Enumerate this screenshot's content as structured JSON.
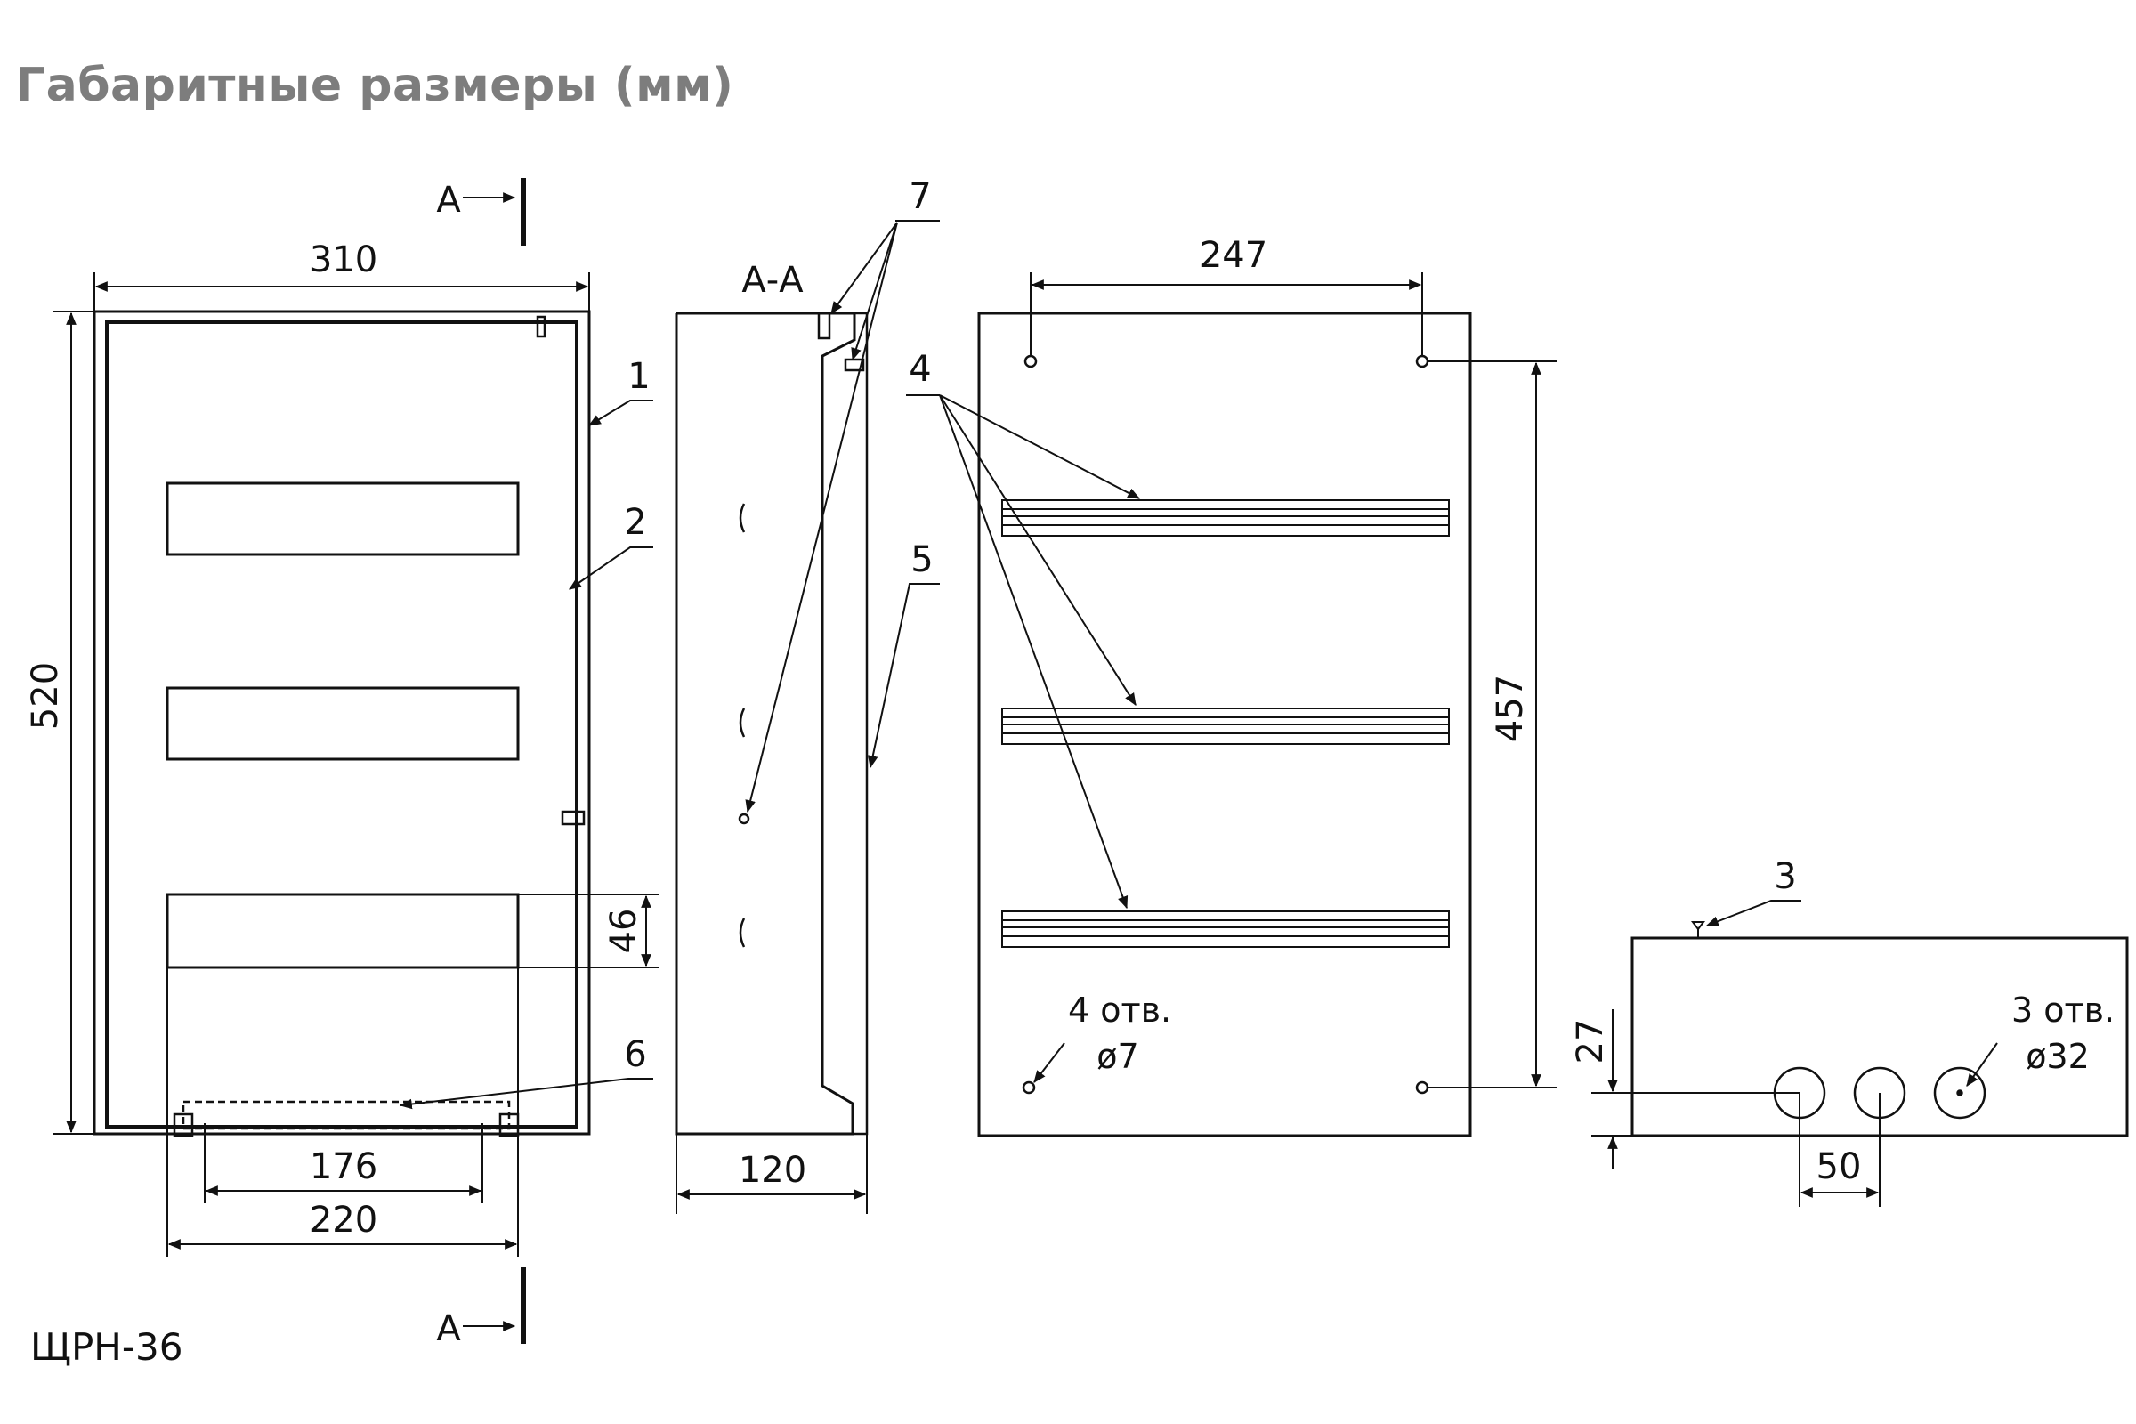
{
  "title": "Габаритные размеры (мм)",
  "model": "ЩРН-36",
  "section": {
    "marker": "А",
    "view_label": "А-А"
  },
  "dimensions": {
    "width": "310",
    "height": "520",
    "module_height": "46",
    "bottom_inner": "176",
    "bottom_outer": "220",
    "depth": "120",
    "mount_horizontal": "247",
    "mount_vertical": "457",
    "hole_offset": "27",
    "hole_pitch": "50"
  },
  "callouts": [
    "1",
    "2",
    "3",
    "4",
    "5",
    "6",
    "7"
  ],
  "notes": {
    "mount_holes_count": "4 отв.",
    "mount_holes_dia": "ø7",
    "knockouts_count": "3 отв.",
    "knockouts_dia": "ø32"
  },
  "colors": {
    "line": "#111111",
    "title": "#7d7d7d"
  }
}
